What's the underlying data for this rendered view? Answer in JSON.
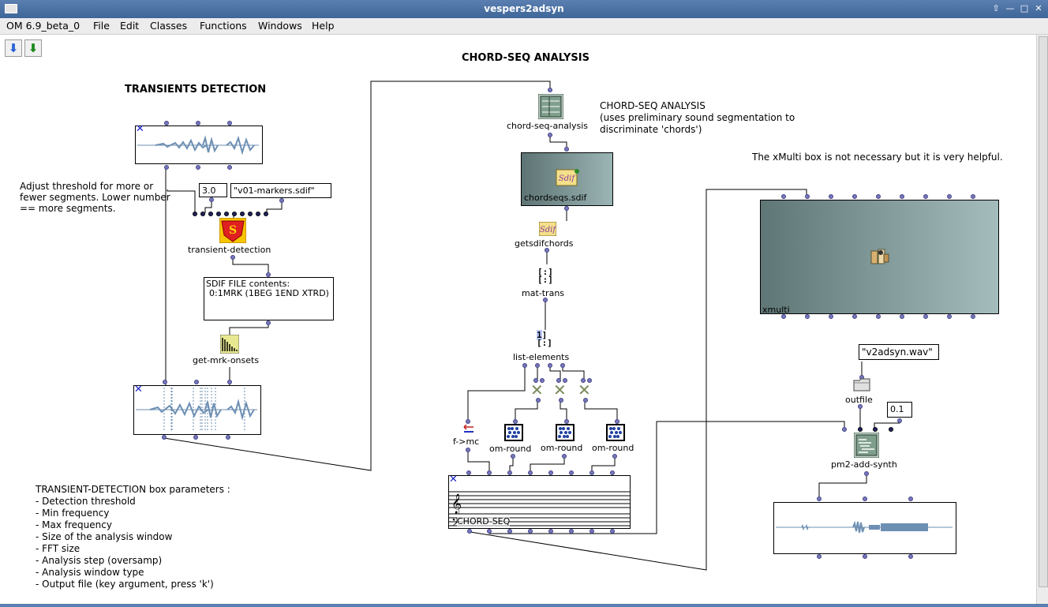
{
  "window": {
    "title": "vespers2adsyn",
    "buttons": [
      "⇧",
      "—",
      "□",
      "✕"
    ]
  },
  "menu": [
    "OM 6.9_beta_0",
    "File",
    "Edit",
    "Classes",
    "Functions",
    "Windows",
    "Help"
  ],
  "toolbar": {
    "down_blue": "⬇",
    "down_green": "⬇"
  },
  "headings": {
    "chord_seq_analysis": "CHORD-SEQ ANALYSIS",
    "transients_detection": "TRANSIENTS DETECTION"
  },
  "comments": {
    "threshold": "Adjust threshold for more or fewer segments. Lower number == more segments.",
    "csa_line1": "CHORD-SEQ ANALYSIS",
    "csa_line2": "(uses preliminary sound segmentation to",
    "csa_line3": "discriminate 'chords')",
    "xmulti_note": "The xMulti box is not necessary but it is very helpful.",
    "params_title": "TRANSIENT-DETECTION box parameters :",
    "params": [
      "- Detection threshold",
      "- Min frequency",
      "- Max frequency",
      "- Size of the analysis window",
      "- FFT size",
      "- Analysis step (oversamp)",
      "- Analysis window type",
      "- Output file (key argument, press 'k')"
    ]
  },
  "values": {
    "threshold": "3.0",
    "markers_file": "\"v01-markers.sdif\"",
    "outfile_name": "\"v2adsyn.wav\"",
    "synth_param": "0.1"
  },
  "boxes": {
    "transient_detection": "transient-detection",
    "sdif_title": "SDIF FILE contents:",
    "sdif_content": "0:1MRK (1BEG 1END XTRD)",
    "get_mrk_onsets": "get-mrk-onsets",
    "chord_seq_analysis": "chord-seq-analysis",
    "chordseqs": "chordseqs.sdif",
    "getsdifchords": "getsdifchords",
    "mat_trans": "mat-trans",
    "list_elements": "list-elements",
    "list_elements_badge": "1",
    "f_mc": "f->mc",
    "om_round_1": "om-round",
    "om_round_2": "om-round",
    "om_round_3": "om-round",
    "chord_seq": "CHORD-SEQ",
    "xmulti": "xmulti",
    "outfile": "outfile",
    "pm2_add_synth": "pm2-add-synth",
    "sdif_icon_text": "Sdif"
  }
}
